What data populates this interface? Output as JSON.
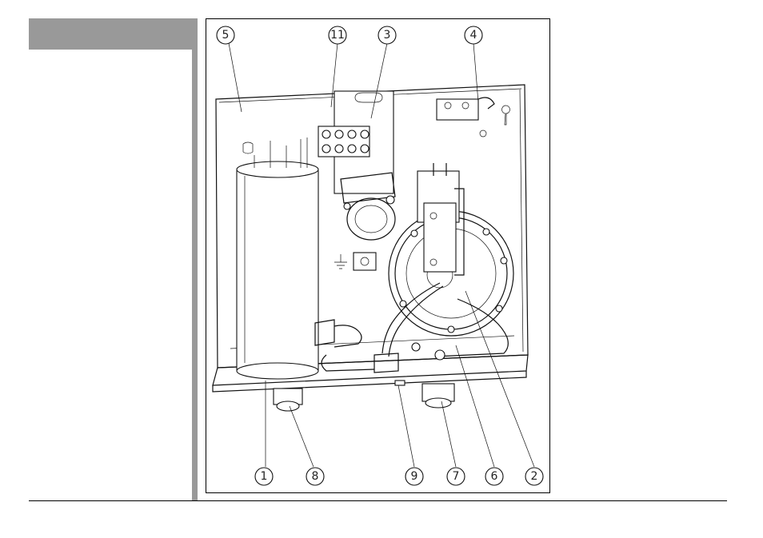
{
  "figure": {
    "callouts": [
      {
        "id": "c5",
        "label": "5"
      },
      {
        "id": "c11",
        "label": "11"
      },
      {
        "id": "c3",
        "label": "3"
      },
      {
        "id": "c4",
        "label": "4"
      },
      {
        "id": "c1",
        "label": "1"
      },
      {
        "id": "c8",
        "label": "8"
      },
      {
        "id": "c9",
        "label": "9"
      },
      {
        "id": "c7",
        "label": "7"
      },
      {
        "id": "c6",
        "label": "6"
      },
      {
        "id": "c2",
        "label": "2"
      }
    ]
  }
}
